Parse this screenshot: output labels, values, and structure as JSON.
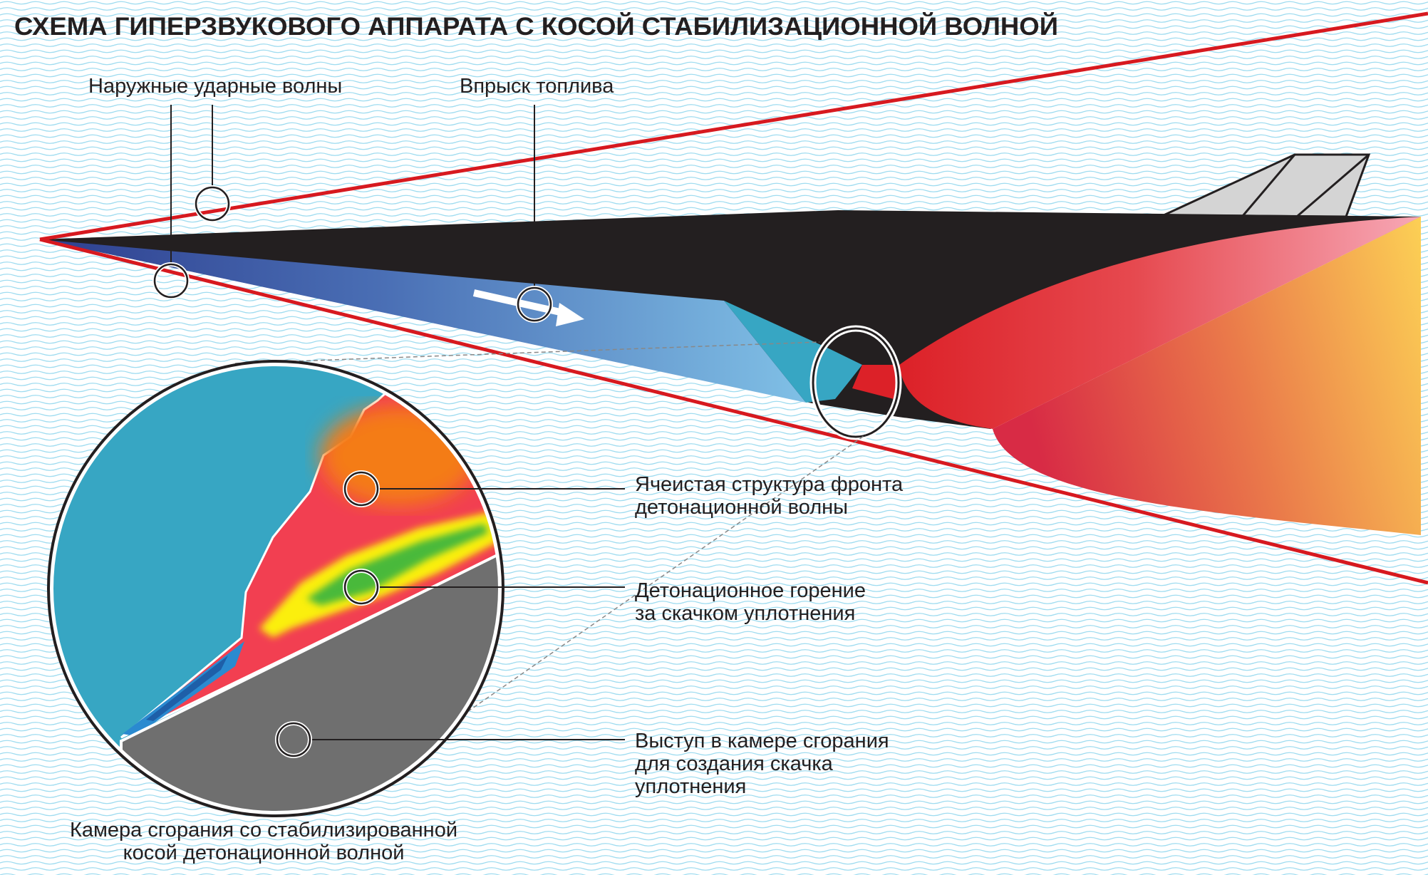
{
  "title": "СХЕМА ГИПЕРЗВУКОВОГО АППАРАТА С КОСОЙ СТАБИЛИЗАЦИОННОЙ ВОЛНОЙ",
  "labels": {
    "outer_shock_waves": "Наружные ударные волны",
    "fuel_injection": "Впрыск топлива",
    "cell_structure": [
      "Ячеистая структура фронта",
      "детонационной волны"
    ],
    "detonation_combustion": [
      "Детонационное горение",
      "за скачком уплотнения"
    ],
    "ledge": [
      "Выступ в камере сгорания",
      "для создания скачка",
      "уплотнения"
    ],
    "chamber_caption": [
      "Камера сгорания со стабилизированной",
      "косой детонационной волной"
    ]
  },
  "colors": {
    "shock_line": "#d7191f",
    "body": "#231f20",
    "intake_dark": "#2e3f8f",
    "intake_light": "#80c0e6",
    "cyan": "#37a6c3",
    "plume_red": "#dc2128",
    "plume_pink": "#f7a8b6",
    "plume_yellow": "#fcd055",
    "ledge_grey": "#6f6f6f",
    "wave_bg": "#9fdcf0"
  }
}
